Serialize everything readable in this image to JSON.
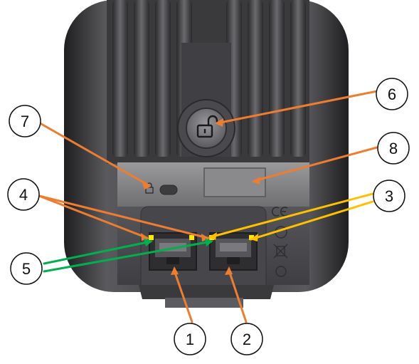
{
  "callouts": [
    {
      "id": "1",
      "color": "#ED7D31",
      "target": "ethernet-port-1"
    },
    {
      "id": "2",
      "color": "#ED7D31",
      "target": "ethernet-port-2"
    },
    {
      "id": "3",
      "color": "#FFC000",
      "target": "port-2-leds"
    },
    {
      "id": "4",
      "color": "#ED7D31",
      "target": "port-1-leds"
    },
    {
      "id": "5",
      "color": "#00B050",
      "target": "link-leds"
    },
    {
      "id": "6",
      "color": "#ED7D31",
      "target": "unlock-button"
    },
    {
      "id": "7",
      "color": "#ED7D31",
      "target": "lock-indicator"
    },
    {
      "id": "8",
      "color": "#ED7D31",
      "target": "label-area"
    }
  ],
  "colors": {
    "body_dark": "#2b2b2d",
    "body_mid": "#4a4a4d",
    "panel_gray": "#8c8c8f",
    "port_dark": "#3a3a3c",
    "led_yellow": "#FFE800",
    "led_green": "#3cd23c",
    "circle_stroke": "#111111"
  },
  "icons": [
    "unlock-icon",
    "padlock-icon",
    "ce-mark-icon",
    "weee-bin-icon",
    "recycle-icon"
  ]
}
